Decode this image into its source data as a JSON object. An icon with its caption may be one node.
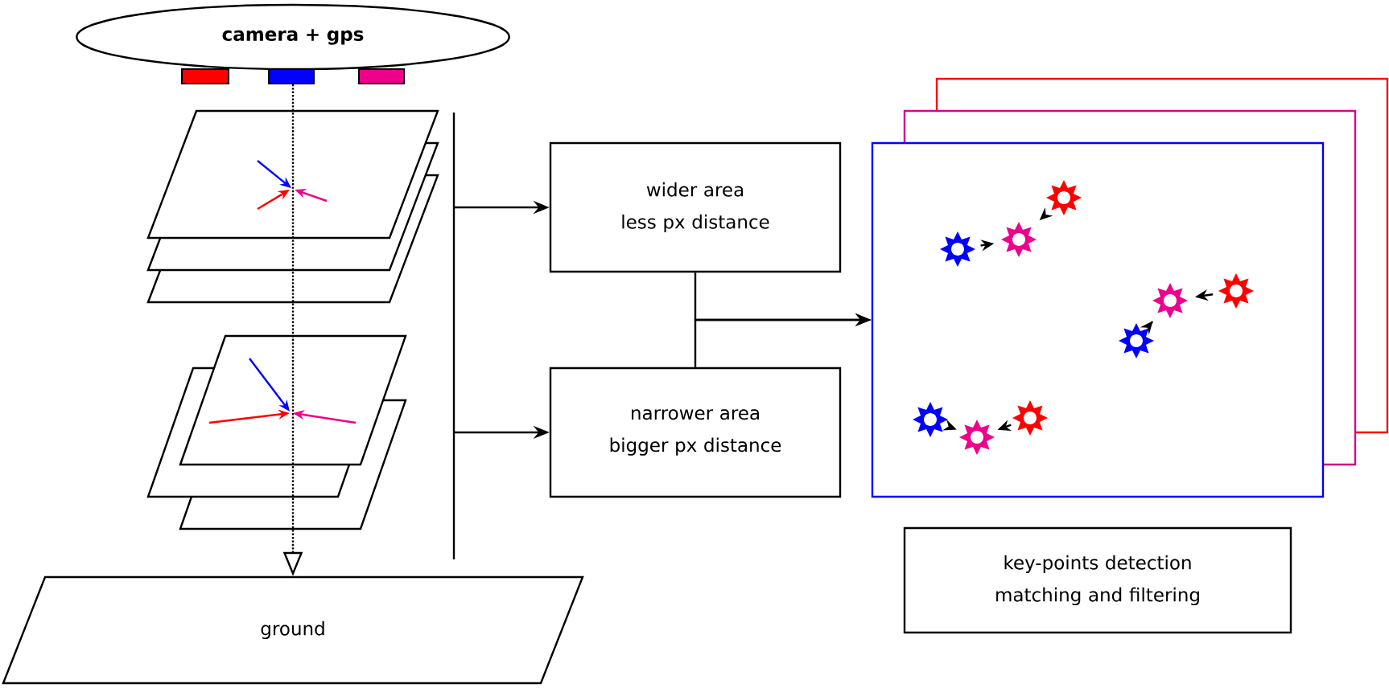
{
  "diagram": {
    "nodes": [
      {
        "text": [
          "camera + gps"
        ]
      },
      {
        "text": [
          "ground"
        ]
      },
      {
        "text": [
          "wider area less px distance"
        ]
      },
      {
        "text": [
          "narrower area bigger px distance"
        ]
      },
      {
        "text": [
          "key-points detection matching and filtering"
        ]
      },
      {
        "text": [],
        "shape": "box"
      }
    ],
    "edges": [
      {
        "from": 0,
        "to": 1,
        "arrow": "to",
        "style": "dashed"
      },
      {
        "from": null,
        "to": 2,
        "arrow": "to"
      },
      {
        "from": null,
        "to": 3,
        "arrow": "to"
      },
      {
        "from": 2,
        "to": 5,
        "arrow": "to"
      },
      {
        "from": 3,
        "to": 5,
        "arrow": "to"
      }
    ]
  }
}
